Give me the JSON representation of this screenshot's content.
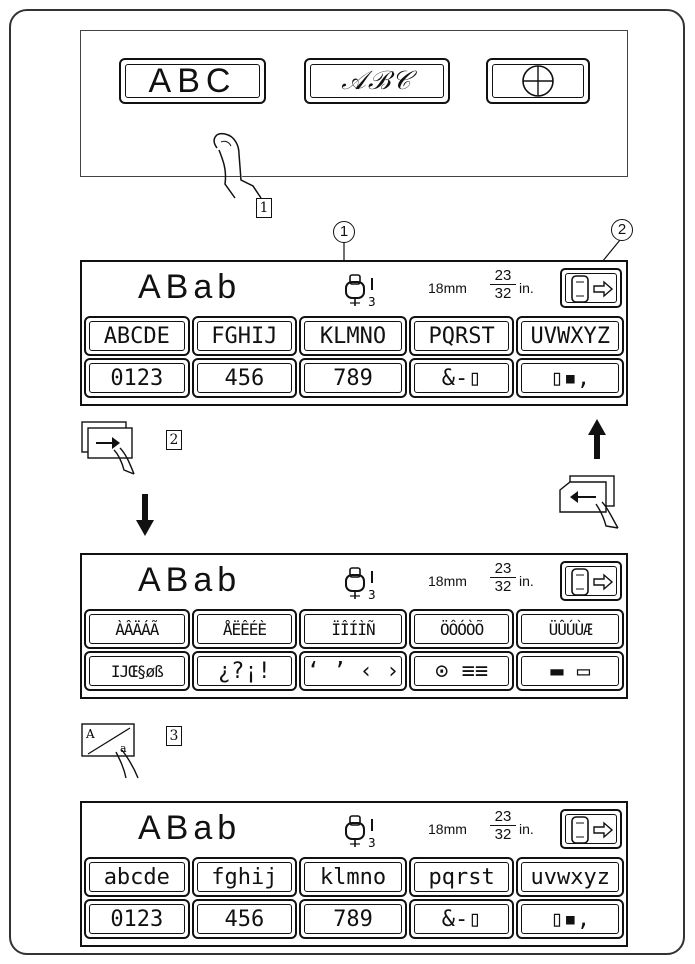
{
  "top_panel": {
    "buttons": [
      {
        "label": "ABC",
        "icon": "gothic-font-icon"
      },
      {
        "label": "𝒜ℬ𝒞",
        "icon": "script-font-icon"
      },
      {
        "label": "",
        "icon": "crosshair-icon"
      }
    ],
    "step_label": "1"
  },
  "callouts": {
    "one": "1",
    "two": "2"
  },
  "screens": [
    {
      "preview": "ABab",
      "size_mm": "18mm",
      "frac_num": "23",
      "frac_den": "32",
      "inch": "in.",
      "row1": [
        "ABCDE",
        "FGHIJ",
        "KLMNO",
        "PQRST",
        "UVWXYZ"
      ],
      "row2": [
        "0123",
        "456",
        "789",
        "&-▯",
        "▯▪,"
      ]
    },
    {
      "preview": "ABab",
      "size_mm": "18mm",
      "frac_num": "23",
      "frac_den": "32",
      "inch": "in.",
      "row1": [
        "ÀÂÄÁÃ",
        "ÅËÊÉÈ",
        "ÏÎÍÌÑ",
        "ÖÔÓÒÕ",
        "ÜÛÚÙÆ"
      ],
      "row2": [
        "IJŒ§øß",
        "¿?¡!",
        "‘ ’ ‹ ›",
        "⊙ ≡≡",
        "▬ ▭"
      ]
    },
    {
      "preview": "ABab",
      "size_mm": "18mm",
      "frac_num": "23",
      "frac_den": "32",
      "inch": "in.",
      "row1": [
        "abcde",
        "fghij",
        "klmno",
        "pqrst",
        "uvwxyz"
      ],
      "row2": [
        "0123",
        "456",
        "789",
        "&-▯",
        "▯▪,"
      ]
    }
  ],
  "steps": {
    "two": "2",
    "three": "3"
  },
  "case_key_letter_upper": "A",
  "case_key_letter_lower": "a"
}
